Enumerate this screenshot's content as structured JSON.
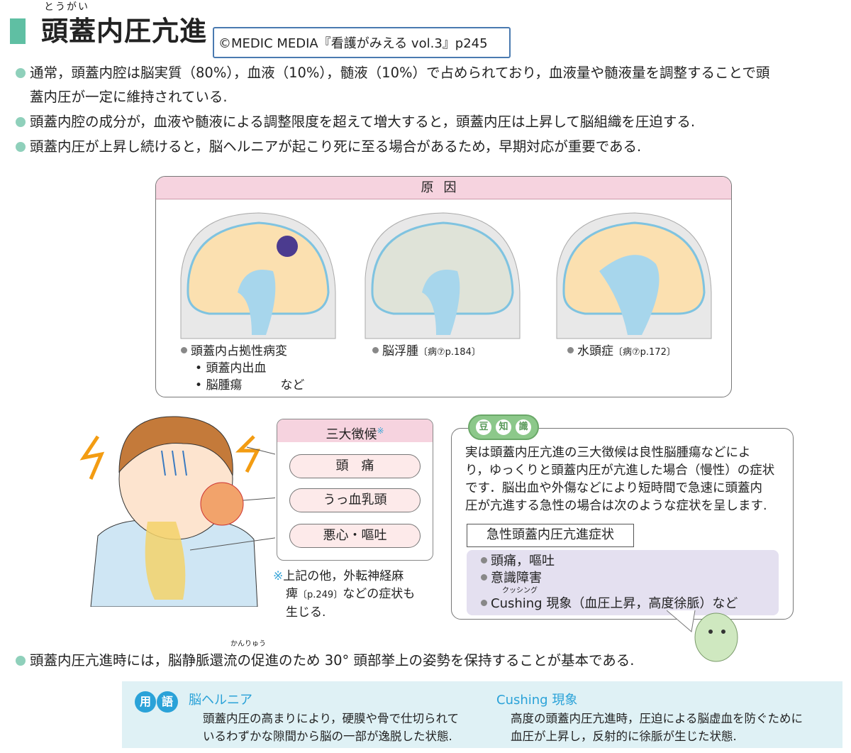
{
  "header": {
    "ruby": "とうがい",
    "title": "頭蓋内圧亢進",
    "credit": "©MEDIC MEDIA『看護がみえる vol.3』p245"
  },
  "bullets": [
    "通常，頭蓋内腔は脳実質（80%），血液（10%），髄液（10%）で占められており，血液量や髄液量を調整することで頭",
    "蓋内圧が一定に維持されている.",
    "頭蓋内腔の成分が，血液や髄液による調整限度を超えて増大すると，頭蓋内圧は上昇して脳組織を圧迫する.",
    "頭蓋内圧が上昇し続けると，脳ヘルニアが起こり死に至る場合があるため，早期対応が重要である."
  ],
  "causes": {
    "title": "原因",
    "items": [
      {
        "label": "頭蓋内占拠性病変",
        "subs": [
          "頭蓋内出血",
          "脳腫瘍"
        ],
        "etc": "など"
      },
      {
        "label": "脳浮腫",
        "ref": "〔病⑦p.184〕"
      },
      {
        "label": "水頭症",
        "ref": "〔病⑦p.172〕"
      }
    ]
  },
  "triad": {
    "title": "三大徴候",
    "mark": "※",
    "items": [
      "頭　痛",
      "うっ血乳頭",
      "悪心・嘔吐"
    ],
    "note_mark": "※",
    "note": [
      "上記の他，外転神経麻",
      "痺",
      "などの症状も",
      "生じる."
    ],
    "note_ref": "〔p.249〕"
  },
  "trivia": {
    "badge": [
      "豆",
      "知",
      "識"
    ],
    "text": [
      "実は頭蓋内圧亢進の三大徴候は良性脳腫瘍などによ",
      "り，ゆっくりと頭蓋内圧が亢進した場合（慢性）の症状",
      "です．脳出血や外傷などにより短時間で急速に頭蓋内",
      "圧が亢進する急性の場合は次のような症状を呈します."
    ],
    "acute_title": "急性頭蓋内圧亢進症状",
    "acute_items": [
      "頭痛，嘔吐",
      "意識障害",
      "Cushing 現象（血圧上昇，高度徐脈）など"
    ],
    "cushing_ruby": "クッシング"
  },
  "bottom_bullet": {
    "ruby": "かんりゅう",
    "text": "頭蓋内圧亢進時には，脳静脈還流の促進のため 30° 頭部挙上の姿勢を保持することが基本である."
  },
  "glossary": {
    "badge": [
      "用",
      "語"
    ],
    "terms": [
      {
        "term": "脳ヘルニア",
        "desc": [
          "頭蓋内圧の高まりにより，硬膜や骨で仕切られて",
          "いるわずかな隙間から脳の一部が逸脱した状態."
        ]
      },
      {
        "term": "Cushing 現象",
        "desc": [
          "高度の頭蓋内圧亢進時，圧迫による脳虚血を防ぐために",
          "血圧が上昇し，反射的に徐脈が生じた状態."
        ]
      }
    ]
  },
  "colors": {
    "accent": "#5fbfa3",
    "pink": "#f6d3df",
    "blue": "#2aa2d8",
    "gloss_bg": "#dff1f5"
  }
}
